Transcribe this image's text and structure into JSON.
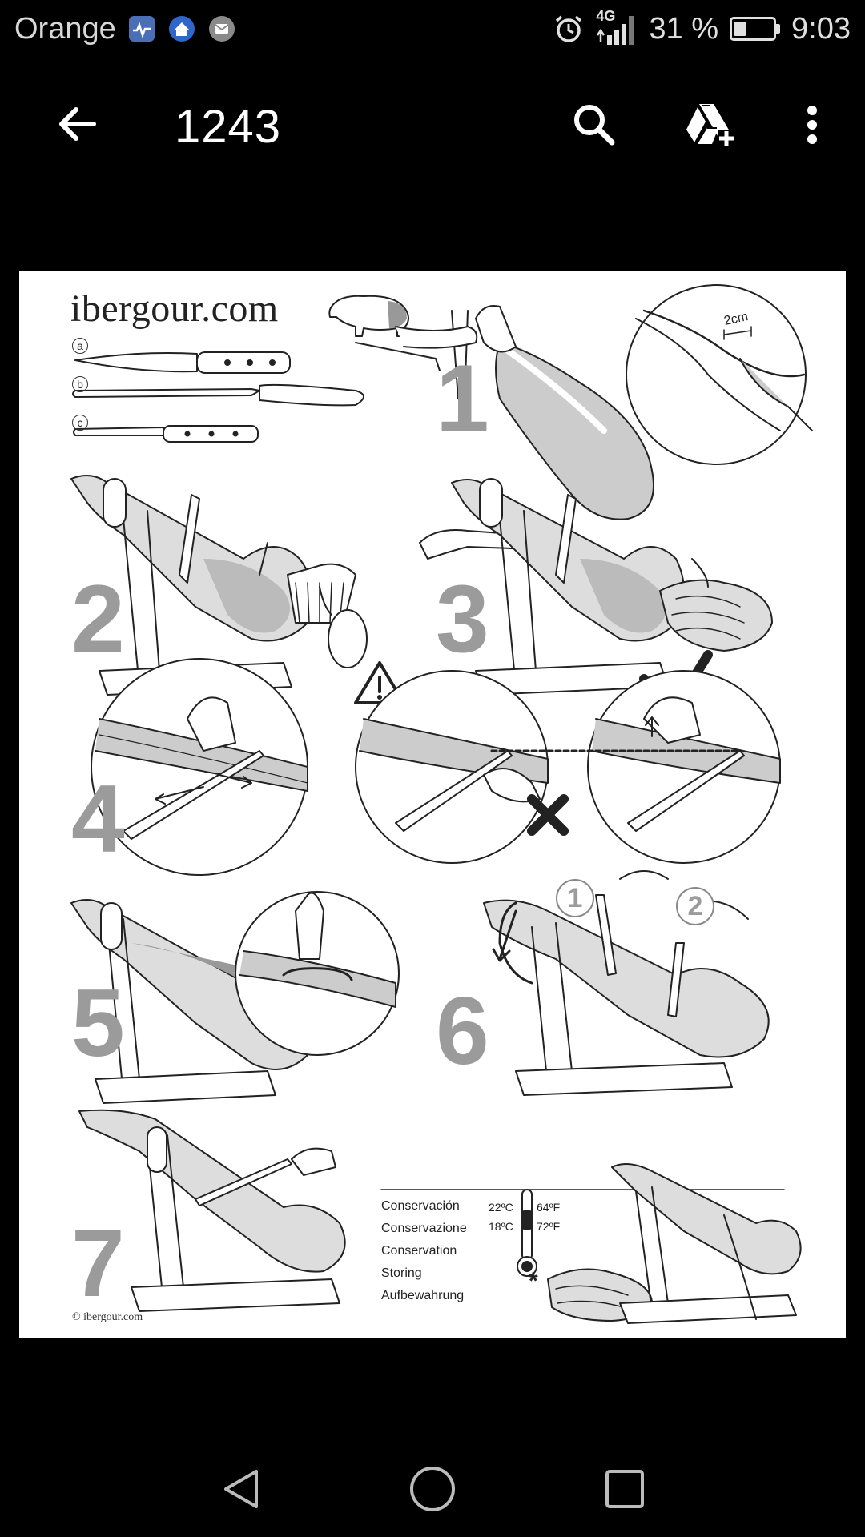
{
  "status_bar": {
    "carrier": "Orange",
    "notifications": [
      "health-app-icon",
      "home-app-icon",
      "mail-app-icon"
    ],
    "network": "4G",
    "battery_text": "31 %",
    "battery_level": 0.31,
    "time": "9:03"
  },
  "app_bar": {
    "title": "1243",
    "actions": [
      "search-icon",
      "drive-add-icon",
      "more-vert-icon"
    ]
  },
  "image": {
    "brand": "ibergour.com",
    "copyright": "© ibergour.com",
    "knife_labels": [
      "a",
      "b",
      "c"
    ],
    "steps": [
      "1",
      "2",
      "3",
      "4",
      "5",
      "6",
      "7"
    ],
    "measure": "2cm",
    "sub_steps": [
      "1",
      "2"
    ],
    "storage_labels": [
      "Conservación",
      "Conservazione",
      "Conservation",
      "Storing",
      "Aufbewahrung"
    ],
    "temperatures": [
      "22ºC",
      "64ºF",
      "18ºC",
      "72ºF"
    ],
    "asterisk": "*"
  },
  "nav_bar": {
    "buttons": [
      "back-triangle-icon",
      "home-circle-icon",
      "recents-square-icon"
    ]
  }
}
